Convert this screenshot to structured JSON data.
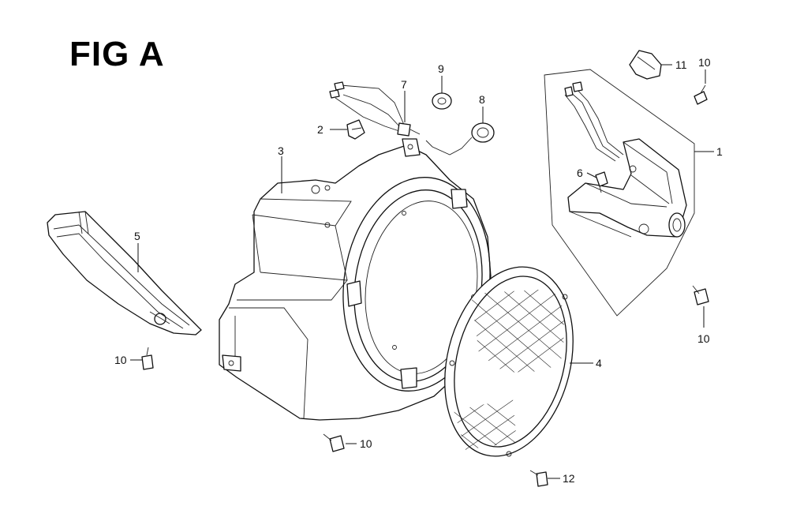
{
  "figure": {
    "title": "FIG A"
  },
  "callouts": {
    "c1": "1",
    "c2": "2",
    "c3": "3",
    "c4": "4",
    "c5": "5",
    "c6": "6",
    "c7": "7",
    "c8": "8",
    "c9": "9",
    "c10a": "10",
    "c10b": "10",
    "c10c": "10",
    "c10d": "10",
    "c11": "11",
    "c12": "12"
  },
  "colors": {
    "line": "#111111",
    "background": "#ffffff"
  }
}
